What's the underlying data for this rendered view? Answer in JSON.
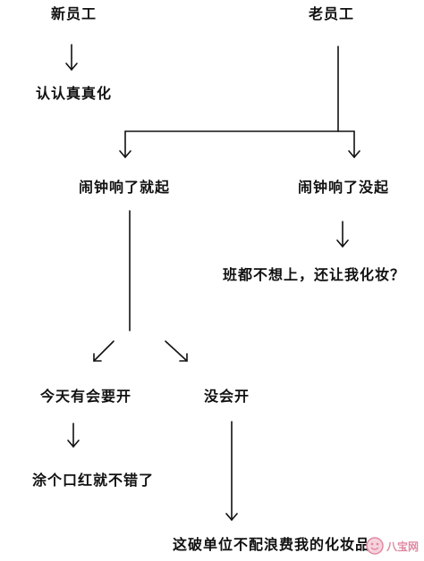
{
  "nodes": {
    "new_employee": "新员工",
    "old_employee": "老员工",
    "serious_makeup": "认认真真化",
    "alarm_get_up": "闹钟响了就起",
    "alarm_no_get_up": "闹钟响了没起",
    "lazy_question": "班都不想上，还让我化妆？",
    "meeting_today": "今天有会要开",
    "no_meeting": "没会开",
    "lipstick": "涂个口红就不错了",
    "waste_makeup": "这破单位不配浪费我的化妆品"
  },
  "watermark": {
    "text": "八宝网",
    "color": "#e08aa2"
  }
}
